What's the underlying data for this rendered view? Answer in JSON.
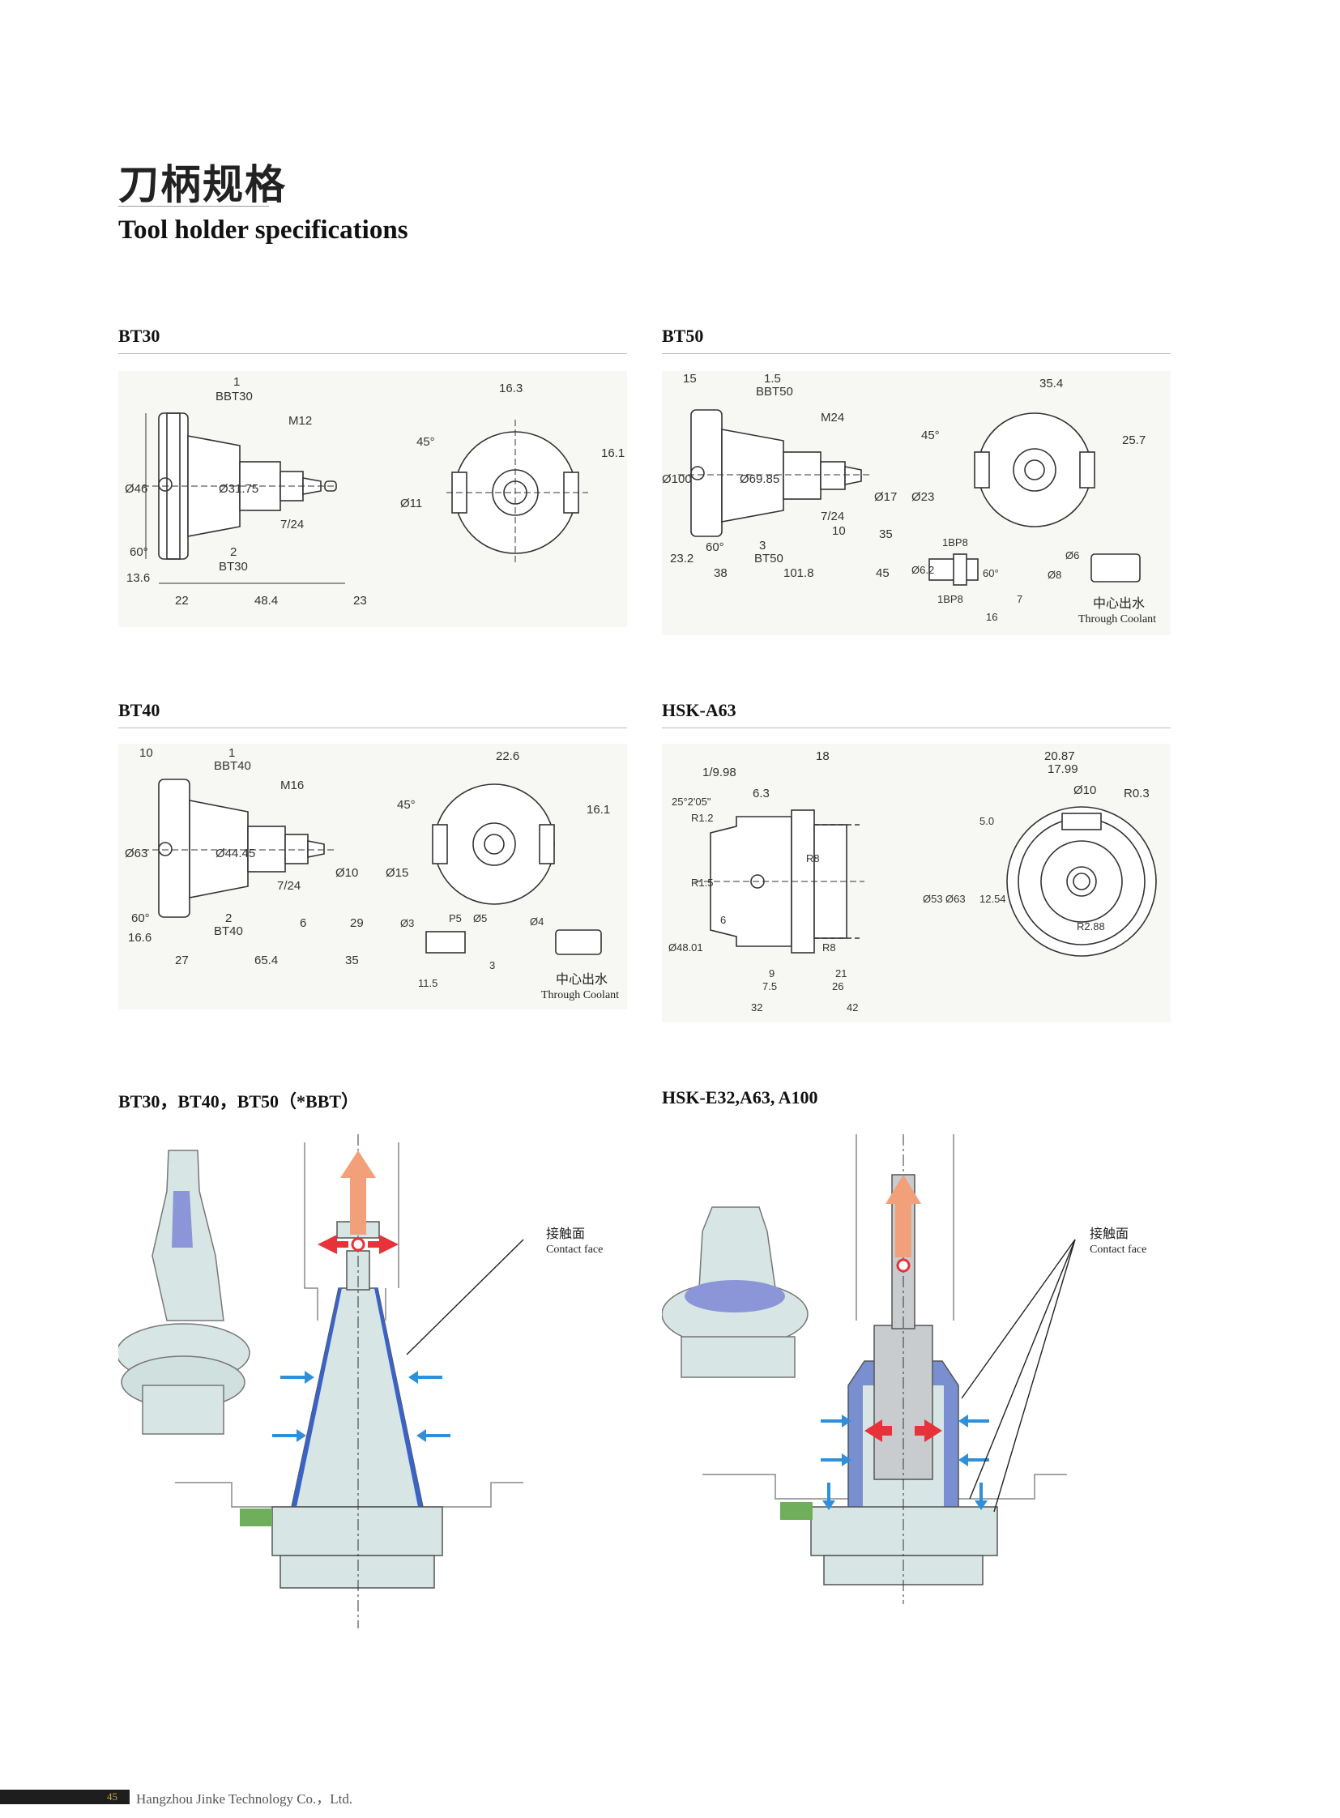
{
  "header": {
    "title_cn": "刀柄规格",
    "title_en": "Tool holder specifications"
  },
  "sections": {
    "bt30": {
      "title": "BT30",
      "dims": [
        "1",
        "BBT30",
        "16.3",
        "M12",
        "45°",
        "16.1",
        "Ø46",
        "Ø31.75",
        "Ø11",
        "7/24",
        "60°",
        "2",
        "BT30",
        "13.6",
        "22",
        "48.4",
        "23"
      ]
    },
    "bt50": {
      "title": "BT50",
      "dims": [
        "15",
        "1.5",
        "BBT50",
        "35.4",
        "M24",
        "45°",
        "25.7",
        "Ø100",
        "Ø69.85",
        "Ø17",
        "Ø23",
        "7/24",
        "10",
        "35",
        "60°",
        "23.2",
        "3",
        "BT50",
        "38",
        "101.8",
        "45",
        "1BP8",
        "Ø6.2",
        "60°",
        "Ø8",
        "Ø6",
        "1BP8",
        "7",
        "16"
      ],
      "coolant_cn": "中心出水",
      "coolant_en": "Through Coolant"
    },
    "bt40": {
      "title": "BT40",
      "dims": [
        "10",
        "1",
        "BBT40",
        "22.6",
        "M16",
        "45°",
        "16.1",
        "Ø63",
        "Ø44.45",
        "Ø10",
        "Ø15",
        "7/24",
        "60°",
        "2",
        "BT40",
        "16.6",
        "6",
        "29",
        "27",
        "65.4",
        "35",
        "Ø3",
        "P5",
        "Ø5",
        "Ø4",
        "3",
        "11.5"
      ],
      "coolant_cn": "中心出水",
      "coolant_en": "Through Coolant"
    },
    "hsk_a63": {
      "title": "HSK-A63",
      "dims": [
        "1/9.98",
        "18",
        "20.87",
        "17.99",
        "Ø10",
        "R0.3",
        "6.3",
        "25°2'05\"",
        "R1.2",
        "5.0",
        "R8",
        "R1.5",
        "Ø48.01",
        "6",
        "Ø53",
        "Ø63",
        "12.54",
        "R2.88",
        "R8",
        "9",
        "21",
        "7.5",
        "26",
        "32",
        "42"
      ]
    },
    "bt_contact": {
      "title": "BT30，BT40，BT50（*BBT）",
      "contact_cn": "接触面",
      "contact_en": "Contact face"
    },
    "hsk_contact": {
      "title": "HSK-E32,A63, A100",
      "contact_cn": "接触面",
      "contact_en": "Contact face"
    }
  },
  "footer": {
    "page": "45",
    "company": "Hangzhou Jinke Technology Co.，Ltd."
  },
  "colors": {
    "force_arrow": "#e8323a",
    "pull_arrow": "#f2a07a",
    "contact_arrow": "#2f8fd8",
    "holder_fill": "#d7e6e4",
    "contact_blue": "#7a8fd0",
    "key_green": "#6fae5b"
  }
}
